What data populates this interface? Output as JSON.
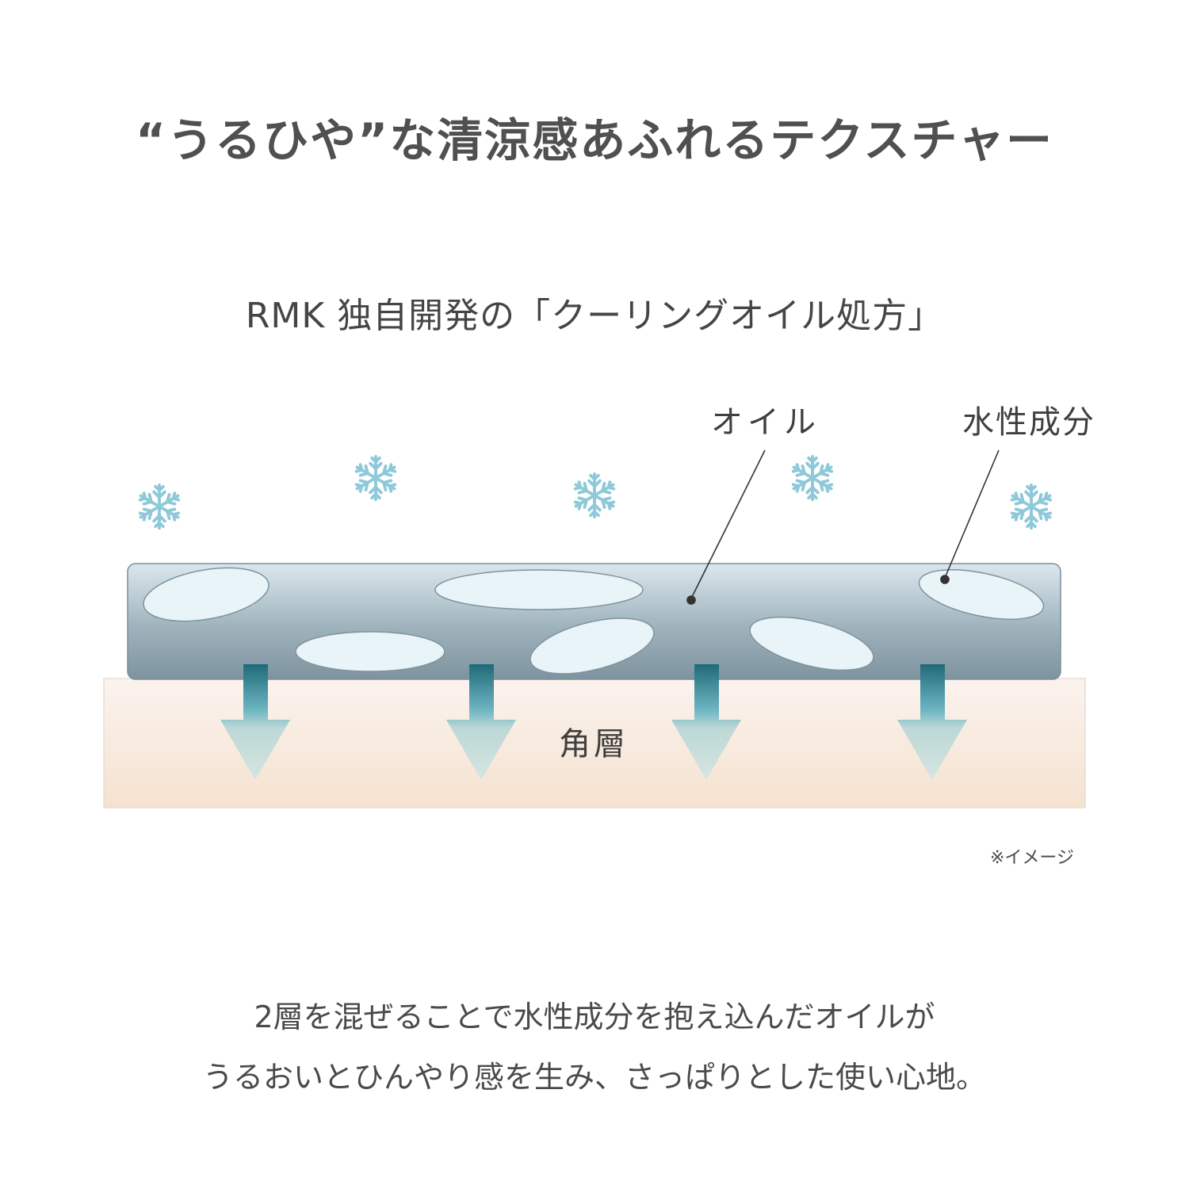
{
  "headline": "“うるひや”な清涼感あふれるテクスチャー",
  "subheadline": "RMK 独自開発の「クーリングオイル処方」",
  "diagram": {
    "label_oil": "オイル",
    "label_water": "水性成分",
    "label_stratum": "角層",
    "icon_snowflake": "snowflake-icon",
    "icon_arrow": "arrow-down-icon",
    "colors": {
      "oil_layer": "#8ea3ad",
      "water_droplet": "#e8f3f8",
      "stratum": "#f8ece2",
      "snowflake": "#8fc9d9",
      "arrow_top": "#1f6a79",
      "arrow_bottom": "#d3e3df"
    }
  },
  "footnote": "※イメージ",
  "body": {
    "line1": "2層を混ぜることで水性成分を抱え込んだオイルが",
    "line2": "うるおいとひんやり感を生み、さっぱりとした使い心地。"
  }
}
